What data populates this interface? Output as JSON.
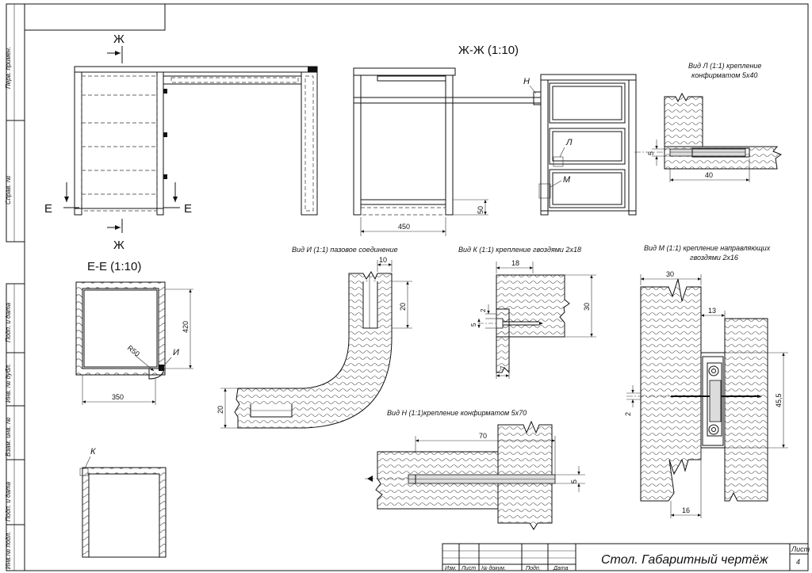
{
  "drawing": {
    "title": "Стол. Габаритный чертёж",
    "sheet_label": "Лист",
    "sheet_number": "4",
    "stamp_columns": [
      "Изм.",
      "Лист",
      "№ докум.",
      "Подп.",
      "Дата"
    ],
    "left_strip": {
      "top_fields": [
        "Перв. примен.",
        "Справ. №"
      ],
      "bottom_fields": [
        "Подп. и дата",
        "Инв. № дубл.",
        "Взам. инв. №",
        "Подп. и дата",
        "Инв.№ подл."
      ]
    }
  },
  "views": {
    "front": {
      "section_top": "Ж",
      "section_bottom": "Ж",
      "cut_left": "Е",
      "cut_right": "Е"
    },
    "section_zh": {
      "title": "Ж-Ж (1:10)",
      "dim_width": "450",
      "dim_height": "50",
      "callout_n": "Н",
      "callout_l": "Л",
      "callout_m": "М"
    },
    "section_e": {
      "title": "Е-Е (1:10)",
      "dim_height": "420",
      "dim_width": "350",
      "radius": "R50",
      "callout_i": "И"
    },
    "view_k_small": {
      "callout_k": "К"
    },
    "view_l": {
      "title_line1": "Вид Л (1:1) крепление",
      "title_line2": "конфирматом 5x40",
      "dim_length": "40",
      "dim_dia": "5"
    },
    "view_i": {
      "title": "Вид И (1:1) пазовое соединение",
      "dim_top": "10",
      "dim_right": "20",
      "dim_left": "20"
    },
    "view_k": {
      "title": "Вид К (1:1) крепление гвоздями 2x18",
      "dim_top": "18",
      "dim_right": "30",
      "dim_small1": "2",
      "dim_small2": "5",
      "dim_bottom": "7"
    },
    "view_m": {
      "title_line1": "Вид М (1:1) крепление направляющих",
      "title_line2": "гвоздями 2x16",
      "dim_top": "30",
      "dim_gap": "13",
      "dim_right": "45,5",
      "dim_left": "2",
      "dim_bottom": "16"
    },
    "view_n": {
      "title": "Вид Н (1:1)крепление конфирматом 5x70",
      "dim_length": "70",
      "dim_dia": "5"
    }
  }
}
